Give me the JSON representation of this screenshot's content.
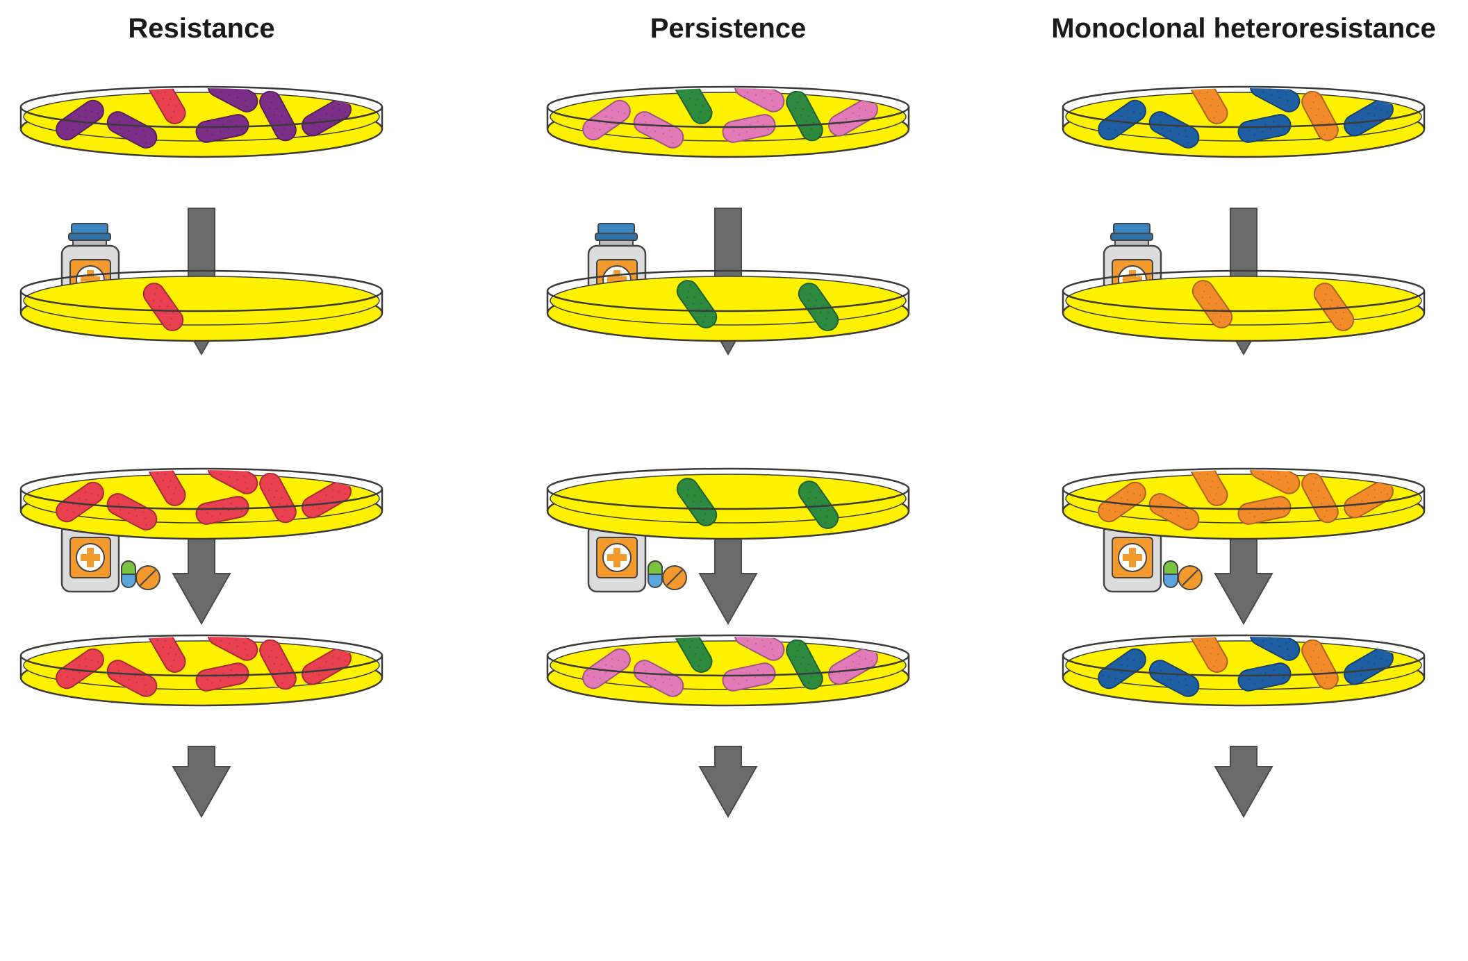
{
  "colors": {
    "agar": "#fff200",
    "dish_outline": "#3a3a3a",
    "arrow": "#6b6b6b",
    "arrow_outline": "#4a4a4a",
    "purple": "#7a2e86",
    "red": "#e8404e",
    "pink": "#e27ab8",
    "green": "#2e8a3e",
    "blue": "#1f5ea0",
    "orange": "#f28a2a",
    "bottle_body": "#dcdcdc",
    "bottle_cap": "#3a86c2",
    "bottle_label": "#f39a2e",
    "pill_green": "#7cc242",
    "pill_blue": "#5ba6dc",
    "pill_orange": "#f39a2e"
  },
  "icons": {
    "drug": "medicine-bottle-icon",
    "flow": "down-arrow-icon"
  },
  "columns": [
    {
      "id": "resistance",
      "title": "Resistance",
      "dishes": [
        [
          "purple",
          "purple",
          "red",
          "purple",
          "purple",
          "purple",
          "purple"
        ],
        [
          "red"
        ],
        [
          "red",
          "red",
          "red",
          "red",
          "red",
          "red",
          "red"
        ],
        [
          "red",
          "red",
          "red",
          "red",
          "red",
          "red",
          "red"
        ]
      ],
      "treatments": [
        true,
        true,
        false
      ]
    },
    {
      "id": "persistence",
      "title": "Persistence",
      "dishes": [
        [
          "pink",
          "pink",
          "green",
          "pink",
          "pink",
          "green",
          "pink"
        ],
        [
          "green",
          "green"
        ],
        [
          "green",
          "green"
        ],
        [
          "pink",
          "pink",
          "green",
          "pink",
          "pink",
          "green",
          "pink"
        ]
      ],
      "treatments": [
        true,
        true,
        false
      ]
    },
    {
      "id": "monoclonal-heteroresistance",
      "title": "Monoclonal heteroresistance",
      "dishes": [
        [
          "blue",
          "blue",
          "orange",
          "blue",
          "blue",
          "orange",
          "blue"
        ],
        [
          "orange",
          "orange"
        ],
        [
          "orange",
          "orange",
          "orange",
          "orange",
          "orange",
          "orange",
          "orange"
        ],
        [
          "blue",
          "blue",
          "orange",
          "blue",
          "blue",
          "orange",
          "blue"
        ]
      ],
      "treatments": [
        true,
        true,
        false
      ]
    }
  ]
}
